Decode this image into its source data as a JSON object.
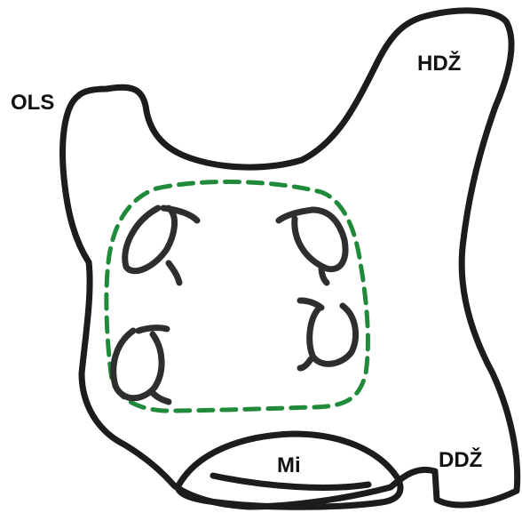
{
  "labels": {
    "ols": "OLS",
    "hdz": "HDŽ",
    "ddz": "DDŽ",
    "mi": "Mi"
  },
  "colors": {
    "outline": "#1c1c1c",
    "teeth": "#2e2e2e",
    "dashed_region": "#1f8a3a",
    "background": "#ffffff"
  }
}
